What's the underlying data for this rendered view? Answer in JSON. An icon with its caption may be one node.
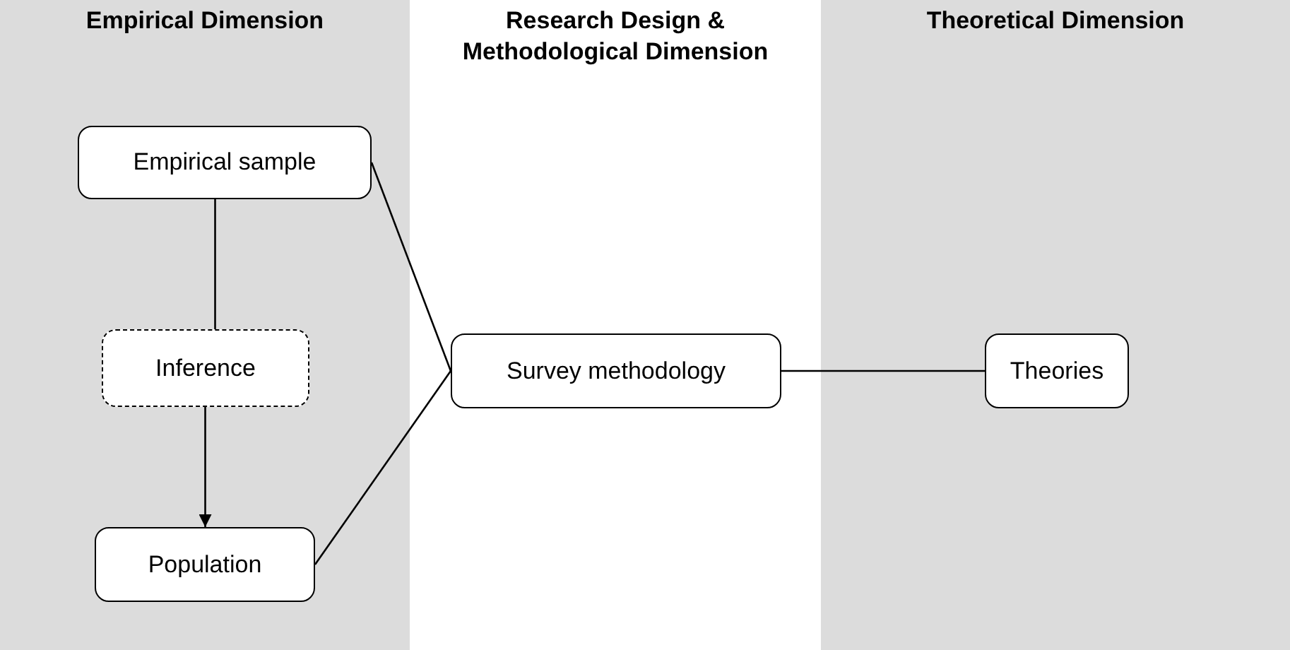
{
  "diagram": {
    "nodes": [
      {
        "text": [
          "Empirical Dimension"
        ]
      },
      {
        "text": [
          "Research Design & Methodological Dimension"
        ]
      },
      {
        "text": [
          "Theoretical Dimension"
        ]
      },
      {
        "text": [
          "Empirical sample"
        ],
        "in": 0
      },
      {
        "text": [
          "Inference"
        ],
        "in": 0
      },
      {
        "text": [
          "Population"
        ],
        "in": 0
      },
      {
        "text": [
          "Survey methodology"
        ],
        "in": 1
      },
      {
        "text": [
          "Theories"
        ],
        "in": 2
      }
    ],
    "edges": [
      {
        "from": 3,
        "to": 4,
        "arrow": "none"
      },
      {
        "from": 4,
        "to": 5,
        "arrow": "to"
      },
      {
        "from": 3,
        "to": 6,
        "arrow": "none"
      },
      {
        "from": 5,
        "to": 6,
        "arrow": "none"
      },
      {
        "from": 6,
        "to": 7,
        "arrow": "none"
      }
    ]
  }
}
